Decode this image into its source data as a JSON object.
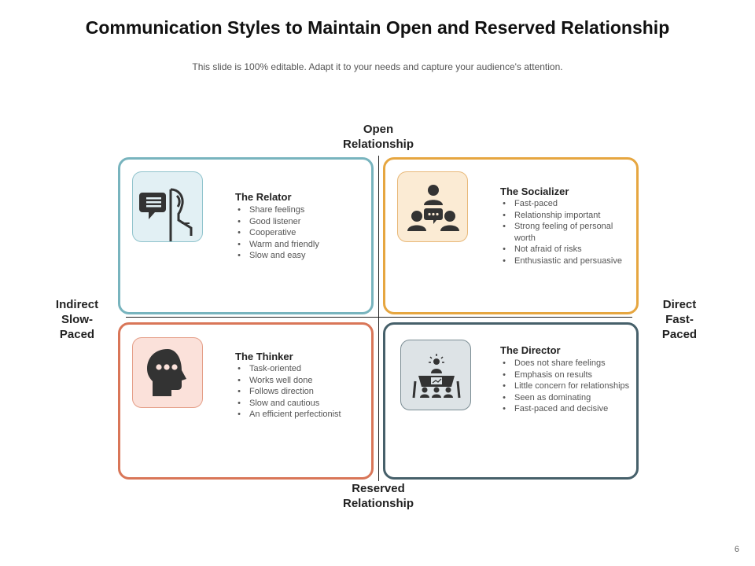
{
  "title": "Communication Styles to Maintain Open and Reserved Relationship",
  "subtitle": "This slide is 100% editable. Adapt it to your needs and capture your audience's attention.",
  "axes": {
    "top": [
      "Open",
      "Relationship"
    ],
    "bottom": [
      "Reserved",
      "Relationship"
    ],
    "left": [
      "Indirect",
      "Slow-",
      "Paced"
    ],
    "right": [
      "Direct",
      "Fast-",
      "Paced"
    ]
  },
  "quadrants": {
    "relator": {
      "heading": "The Relator",
      "items": [
        "Share feelings",
        "Good listener",
        "Cooperative",
        "Warm and friendly",
        "Slow and easy"
      ],
      "icon": "speech-bubble-person-icon",
      "color": "#78b4be",
      "icon_bg": "#e2f0f4"
    },
    "socializer": {
      "heading": "The Socializer",
      "items": [
        "Fast-paced",
        "Relationship important",
        "Strong feeling of personal worth",
        "Not afraid of risks",
        "Enthusiastic and persuasive"
      ],
      "icon": "group-chat-icon",
      "color": "#e6a640",
      "icon_bg": "#fbebd4"
    },
    "thinker": {
      "heading": "The Thinker",
      "items": [
        "Task-oriented",
        "Works well done",
        "Follows direction",
        "Slow and cautious",
        "An efficient perfectionist"
      ],
      "icon": "thinking-head-icon",
      "color": "#d97658",
      "icon_bg": "#fbe1da"
    },
    "director": {
      "heading": "The Director",
      "items": [
        "Does not share feelings",
        "Emphasis on results",
        "Little concern for relationships",
        "Seen as dominating",
        "Fast-paced and decisive"
      ],
      "icon": "meeting-table-icon",
      "color": "#46606a",
      "icon_bg": "#dde3e6"
    }
  },
  "page_number": "6"
}
